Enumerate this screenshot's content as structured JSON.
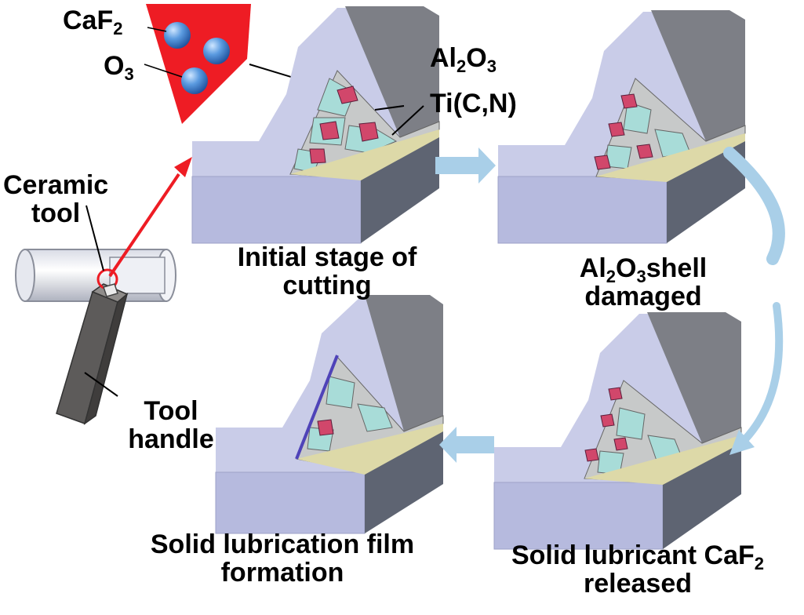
{
  "labels": {
    "caf2": "CaF",
    "caf2_sub": "2",
    "o3": "O",
    "o3_sub": "3",
    "al2o3_a": "Al",
    "al2o3_sub1": "2",
    "al2o3_b": "O",
    "al2o3_sub2": "3",
    "ticn": "Ti(C,N)",
    "ceramic_tool": "Ceramic\ntool",
    "tool_handle": "Tool\nhandle",
    "initial_stage": "Initial stage of\ncutting",
    "shell_a": "Al",
    "shell_sub1": "2",
    "shell_b": "O",
    "shell_sub2": "3",
    "shell_c": "shell",
    "shell_line2": "damaged",
    "lubricant_a": "Solid lubricant CaF",
    "lubricant_sub": "2",
    "lubricant_line2": "released",
    "film_line1": "Solid lubrication film",
    "film_line2": "formation"
  },
  "colors": {
    "block_top": "#c9cce8",
    "block_front": "#b6bade",
    "block_side": "#5e6472",
    "inner_face": "#7d7f86",
    "grain_gray": "#c7c9c9",
    "grain_teal": "#a8dcd8",
    "grain_red": "#d1476b",
    "particle_blue": "#4d8ad0",
    "red_arrow": "#ee1c24",
    "flow_arrow": "#a9cfe8",
    "chip_yellow": "#ddd9a8",
    "film_line": "#4f43b8"
  }
}
